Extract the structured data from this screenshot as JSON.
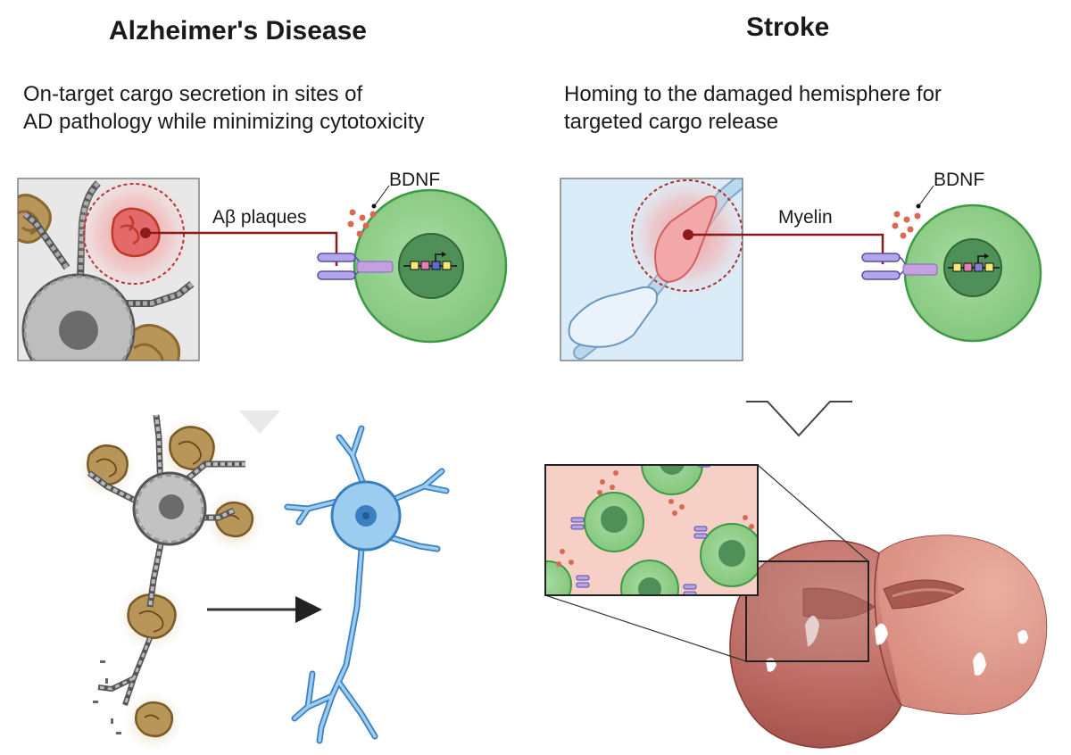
{
  "alzheimers": {
    "title": "Alzheimer's Disease",
    "subtitle_line1": "On-target cargo secretion in sites of",
    "subtitle_line2": "AD pathology while minimizing cytotoxicity",
    "target_label": "Aβ plaques",
    "cargo_label": "BDNF"
  },
  "stroke": {
    "title": "Stroke",
    "subtitle_line1": "Homing to the damaged hemisphere for",
    "subtitle_line2": "targeted cargo release",
    "target_label": "Myelin",
    "cargo_label": "BDNF"
  },
  "colors": {
    "cell_green": "#8fd08a",
    "nucleus_green": "#4f8f58",
    "plaque_red": "#e05a5a",
    "plaque_brown": "#9a7a3e",
    "neuron_blue": "#7ab8e6",
    "microglia_gray": "#9a9a9a",
    "brain_red": "#c4726a",
    "tissue_pink": "#f6cfc7",
    "connector_red": "#8b1a1a",
    "receptor_purple": "#9b8fd0"
  }
}
